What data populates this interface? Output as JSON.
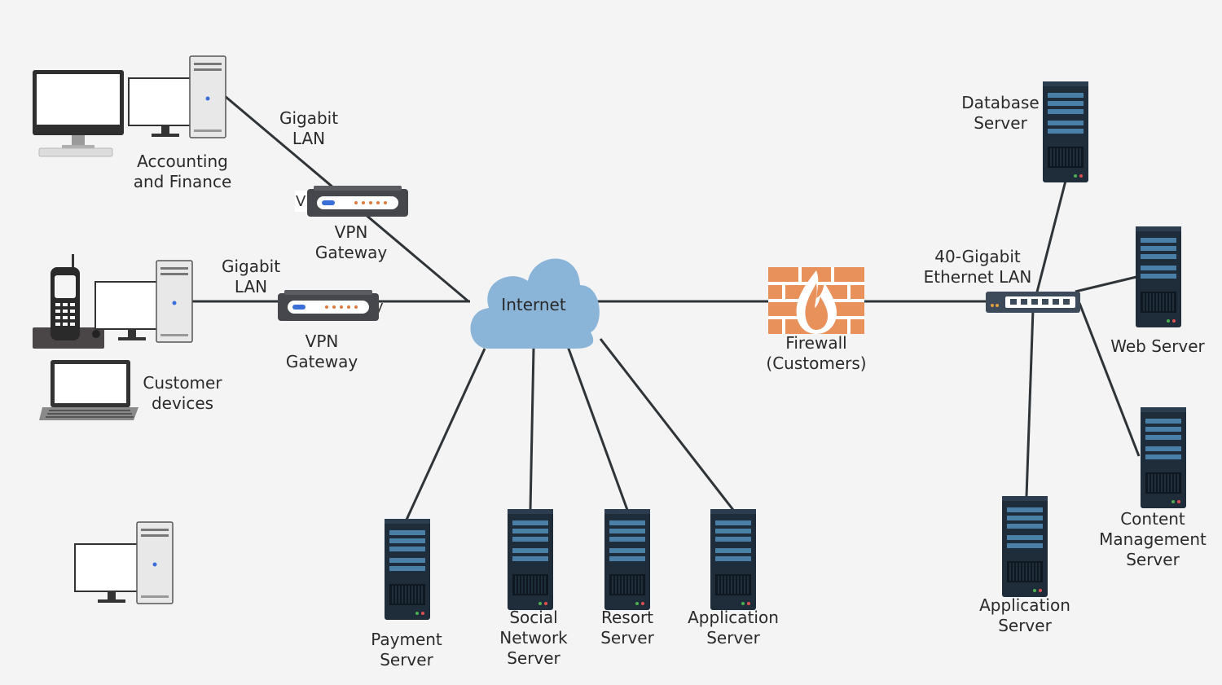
{
  "nodes": {
    "accounting": {
      "line1": "Accounting",
      "line2": "and Finance"
    },
    "gigabit_lan_top": {
      "line1": "Gigabit",
      "line2": "LAN"
    },
    "vpn_gateway_top": {
      "line1": "VPN",
      "line2": "Gateway"
    },
    "gigabit_lan_mid": {
      "line1": "Gigabit",
      "line2": "LAN"
    },
    "vpn_gateway_mid": {
      "line1": "VPN",
      "line2": "Gateway"
    },
    "customer_devices": {
      "line1": "Customer",
      "line2": "devices"
    },
    "internet": {
      "label": "Internet"
    },
    "firewall": {
      "line1": "Firewall",
      "line2": "(Customers)"
    },
    "ethernet_lan": {
      "line1": "40-Gigabit",
      "line2": "Ethernet LAN"
    },
    "database_server": {
      "line1": "Database",
      "line2": "Server"
    },
    "web_server": {
      "label": "Web Server"
    },
    "cms_server": {
      "line1": "Content",
      "line2": "Management",
      "line3": "Server"
    },
    "app_server_right": {
      "line1": "Application",
      "line2": "Server"
    },
    "payment_server": {
      "line1": "Payment",
      "line2": "Server"
    },
    "social_server": {
      "line1": "Social",
      "line2": "Network",
      "line3": "Server"
    },
    "resort_server": {
      "line1": "Resort",
      "line2": "Server"
    },
    "app_server_bottom": {
      "line1": "Application",
      "line2": "Server"
    }
  },
  "colors": {
    "background": "#f4f4f4",
    "line": "#2f3438",
    "cloud": "#8ab4d8",
    "server_body": "#1f2d3a",
    "server_slot": "#4a7fa8",
    "firewall": "#e8915a",
    "router_body": "#45474c",
    "router_led": "#e07a3f",
    "router_port": "#3a6fd8",
    "monitor_frame": "#3a3a3a"
  }
}
